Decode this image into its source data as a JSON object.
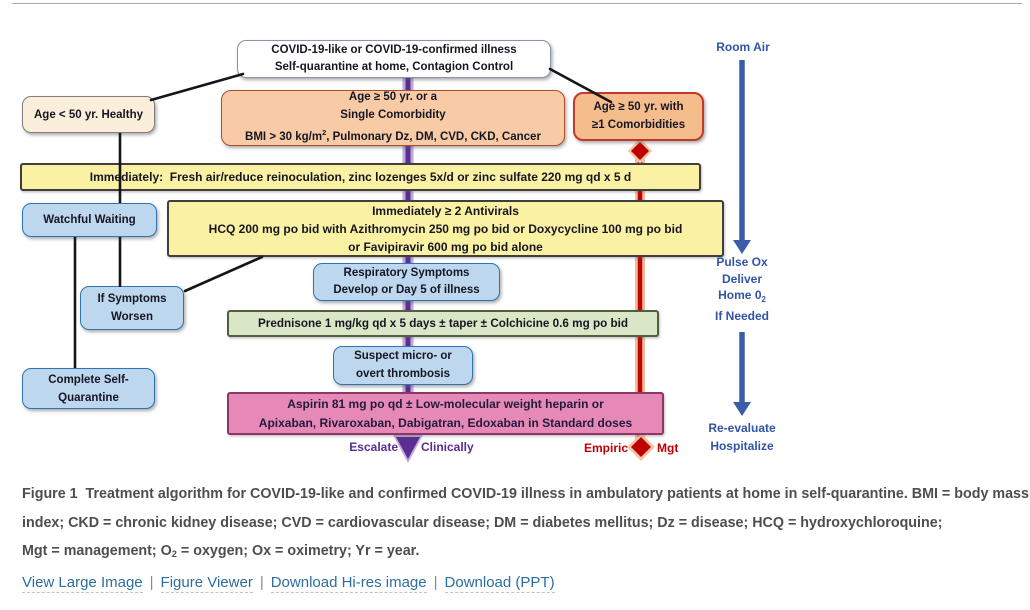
{
  "colors": {
    "escalate_purple": "#5B2D90",
    "empiric_red": "#C00000",
    "rail_blue": "#3B5DA9",
    "link_blue": "#2C6E9D",
    "yellow_fill": "#FBF1A3",
    "blue_fill": "#BDD7EE",
    "green_fill": "#D9E7C6",
    "pink_fill": "#E689B6",
    "orange_fill": "#F8CBA6"
  },
  "flowchart": {
    "top_box": {
      "line1": "COVID-19-like or COVID-19-confirmed illness",
      "line2": "Self-quarantine at home, Contagion Control"
    },
    "age_under_50": {
      "line1": "Age < 50 yr. Healthy"
    },
    "age_50_single": {
      "line1": "Age ≥ 50 yr. or a",
      "line2": "Single Comorbidity",
      "line3_pre": "BMI > 30 kg/m",
      "line3_sup": "2",
      "line3_post": ", Pulmonary Dz, DM, CVD, CKD, Cancer"
    },
    "age_50_multi": {
      "line1": "Age ≥ 50 yr. with",
      "line2": "≥1 Comorbidities"
    },
    "zinc_bar": {
      "line1": "Immediately:  Fresh air/reduce reinoculation, zinc lozenges 5x/d or zinc sulfate 220 mg qd x 5 d"
    },
    "watchful_waiting": {
      "line1": "Watchful Waiting"
    },
    "antivirals_bar": {
      "line1": "Immediately ≥ 2 Antivirals",
      "line2": "HCQ 200 mg po bid with Azithromycin 250 mg po bid or Doxycycline 100 mg po bid",
      "line3": "or Favipiravir 600 mg po bid alone"
    },
    "if_symptoms_worsen": {
      "line1": "If Symptoms",
      "line2": "Worsen"
    },
    "respiratory": {
      "line1": "Respiratory Symptoms",
      "line2": "Develop or Day 5 of illness"
    },
    "prednisone_bar": {
      "line1": "Prednisone 1 mg/kg qd x 5 days ± taper ± Colchicine 0.6 mg po bid"
    },
    "thrombosis": {
      "line1": "Suspect micro- or",
      "line2": "overt thrombosis"
    },
    "complete_quarantine": {
      "line1": "Complete Self-",
      "line2": "Quarantine"
    },
    "aspirin_bar": {
      "line1": "Aspirin 81 mg po qd ± Low-molecular weight heparin or",
      "line2": "Apixaban, Rivaroxaban, Dabigatran, Edoxaban in Standard doses"
    },
    "escalate": {
      "left": "Escalate",
      "right": "Clinically"
    },
    "empiric": {
      "left": "Empiric",
      "right": "Mgt"
    },
    "rail": {
      "room_air": "Room Air",
      "pulse": {
        "line1": "Pulse Ox",
        "line2": "Deliver",
        "line3_pre": "Home 0",
        "line3_sub": "2",
        "line4": "If Needed"
      },
      "reevaluate": {
        "line1": "Re-evaluate",
        "line2": "Hospitalize"
      }
    }
  },
  "caption": {
    "line1": "Figure 1  Treatment algorithm for COVID-19-like and confirmed COVID-19 illness in ambulatory patients at home in self-quarantine. BMI = body mass",
    "line2": "index; CKD = chronic kidney disease; CVD = cardiovascular disease; DM = diabetes mellitus; Dz = disease; HCQ = hydroxychloroquine;",
    "line3_pre": "Mgt = management; O",
    "line3_sub": "2",
    "line3_post": " = oxygen; Ox = oximetry; Yr = year."
  },
  "links": {
    "separator": "|",
    "items": [
      {
        "label": "View Large Image"
      },
      {
        "label": "Figure Viewer"
      },
      {
        "label": "Download Hi-res image"
      },
      {
        "label": "Download (PPT)"
      }
    ]
  }
}
